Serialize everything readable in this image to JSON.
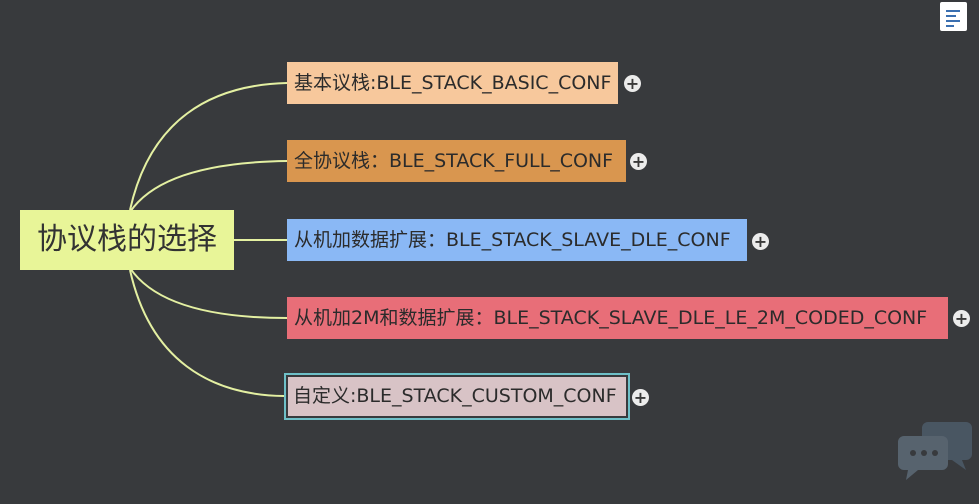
{
  "root": {
    "label": "协议栈的选择",
    "color": "#e8f598"
  },
  "branches": [
    {
      "label": "基本议栈:BLE_STACK_BASIC_CONF",
      "color": "#f7c89c"
    },
    {
      "label": "全协议栈：BLE_STACK_FULL_CONF",
      "color": "#d9964f"
    },
    {
      "label": "从机加数据扩展：BLE_STACK_SLAVE_DLE_CONF",
      "color": "#8ab8f5"
    },
    {
      "label": "从机加2M和数据扩展：BLE_STACK_SLAVE_DLE_LE_2M_CODED_CONF",
      "color": "#e86e78"
    },
    {
      "label": "自定义:BLE_STACK_CUSTOM_CONF",
      "color": "#d8c3c6"
    }
  ],
  "expand_symbol": "+",
  "link_color": "#e4f0a2",
  "outline_button_icon": "outline-list-icon",
  "watermark_icon": "chat-bubbles-icon"
}
